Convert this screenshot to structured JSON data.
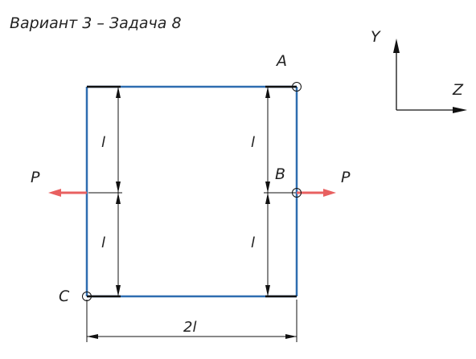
{
  "title": "Вариант 3 – Задача 8",
  "axes": {
    "y_label": "Y",
    "z_label": "Z"
  },
  "points": {
    "a": "A",
    "b": "B",
    "c": "C"
  },
  "forces": {
    "left": "P",
    "right": "P"
  },
  "dims": {
    "left_upper": "l",
    "left_lower": "l",
    "right_upper": "l",
    "right_lower": "l",
    "bottom": "2l"
  },
  "colors": {
    "frame": "#2E6DB0",
    "arrow": "#E86060",
    "ink": "#111111"
  }
}
